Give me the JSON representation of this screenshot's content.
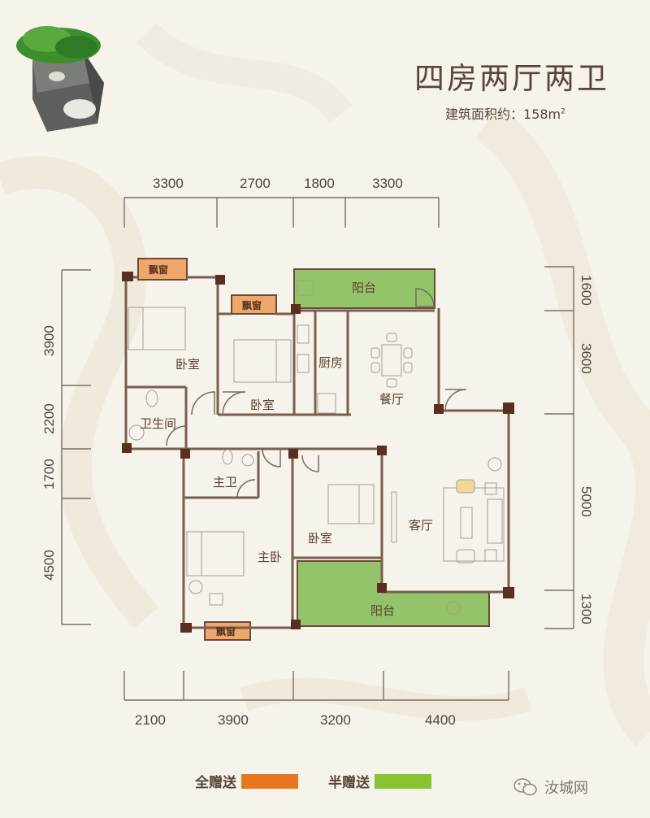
{
  "header": {
    "title": "四房两厅两卫",
    "area_label": "建筑面积约：",
    "area_value": "158m",
    "area_unit_sup": "2"
  },
  "dimensions": {
    "top": [
      "3300",
      "2700",
      "1800",
      "3300"
    ],
    "bottom": [
      "2100",
      "3900",
      "3200",
      "4400"
    ],
    "left": [
      "3900",
      "2200",
      "1700",
      "4500"
    ],
    "right": [
      "1600",
      "3600",
      "5000",
      "1300"
    ]
  },
  "rooms": {
    "bedroom_nw": "卧室",
    "bedroom_n": "卧室",
    "bathroom_public": "卫生间",
    "kitchen": "厨房",
    "dining": "餐厅",
    "balcony_north": "阳台",
    "master_bath": "主卫",
    "master_bedroom": "主卧",
    "bedroom_s": "卧室",
    "living": "客厅",
    "balcony_south": "阳台",
    "bay_window_1": "飘窗",
    "bay_window_2": "飘窗",
    "bay_window_3": "飘窗"
  },
  "legend": {
    "full_gift_label": "全赠送",
    "full_gift_color": "#e8761e",
    "half_gift_label": "半赠送",
    "half_gift_color": "#86c232"
  },
  "colors": {
    "wall": "#6b4a3a",
    "pillar": "#5a2f22",
    "balcony_fill": "#93c46a",
    "bay_fill": "#f0a76a",
    "line": "#7a6a5e"
  },
  "watermark": {
    "text": "汝城网",
    "icon": "wechat-icon"
  }
}
